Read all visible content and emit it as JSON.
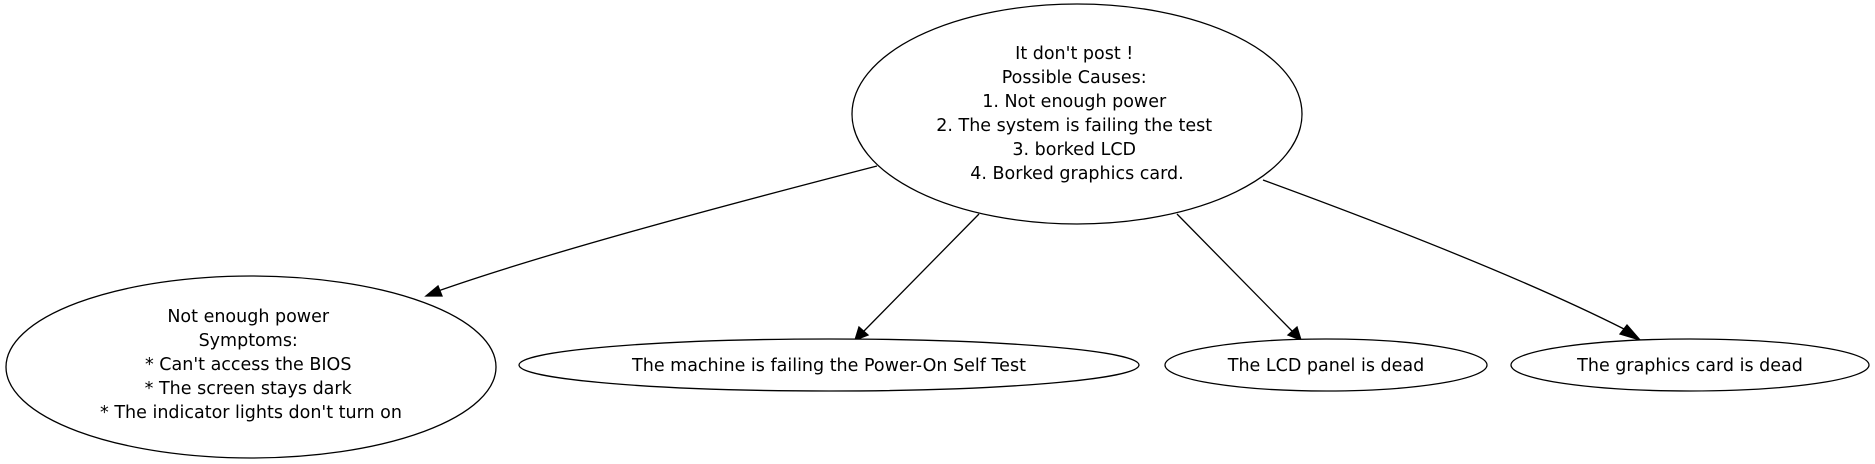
{
  "nodes": {
    "root": {
      "lines": [
        "It don't post !",
        "Possible Causes:",
        "1. Not enough power",
        "2. The system is failing the test",
        "3. borked LCD",
        "4. Borked graphics card."
      ]
    },
    "power": {
      "lines": [
        "Not enough power",
        "Symptoms:",
        "* Can't access the BIOS",
        "* The screen stays dark",
        "* The indicator lights don't turn on"
      ]
    },
    "post": {
      "lines": [
        "The machine is failing the Power-On Self Test"
      ]
    },
    "lcd": {
      "lines": [
        "The LCD panel is dead"
      ]
    },
    "graphics": {
      "lines": [
        "The graphics card is dead"
      ]
    }
  },
  "edges": [
    {
      "from": "root",
      "to": "power"
    },
    {
      "from": "root",
      "to": "post"
    },
    {
      "from": "root",
      "to": "lcd"
    },
    {
      "from": "root",
      "to": "graphics"
    }
  ]
}
